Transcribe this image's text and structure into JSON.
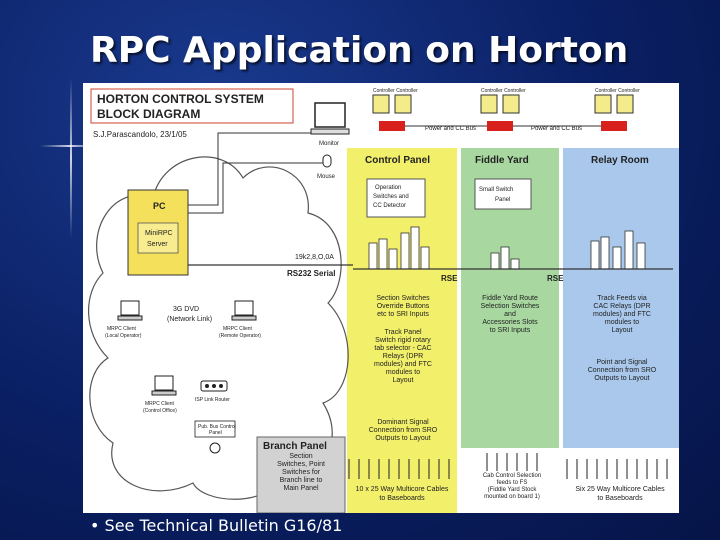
{
  "slide": {
    "title": "RPC Application on Horton",
    "bullet": "See Technical Bulletin G16/81"
  },
  "diagram": {
    "heading_line1": "HORTON CONTROL SYSTEM",
    "heading_line2": "BLOCK DIAGRAM",
    "author": "S.J.Parascandolo, 23/1/05",
    "monitor_label": "Monitor",
    "mouse_label": "Mouse",
    "pc_label": "PC",
    "server_line1": "MiniRPC",
    "server_line2": "Server",
    "baud": "19k2,8,O,0A",
    "serial": "RS232 Serial",
    "remote_line1": "3G DVD",
    "remote_line2": "(Network Link)",
    "remote_pc1_line1": "MRPC Client",
    "remote_pc1_line2": "(Local Operator)",
    "remote_pc2_line1": "MRPC Client",
    "remote_pc2_line2": "(Remote Operator)",
    "remote_pc3_line1": "MRPC Client",
    "remote_pc3_line2": "(Control Office)",
    "router_label": "ISP Link Router",
    "branch_box_line1": "Pub. Bus Control",
    "branch_box_line2": "Panel",
    "controllers": [
      "Controller Controller",
      "Controller Controller",
      "Controller Controller"
    ],
    "bus1": "Power and CC Bus",
    "bus2": "Power and CC Bus",
    "control_panel": {
      "title": "Control Panel",
      "box_line1": "Operation",
      "box_line2": "Switches and",
      "box_line3": "CC Detector",
      "text1": [
        "Section Switches",
        "Override Buttons",
        "etc to SRI Inputs"
      ],
      "text2": [
        "Track Panel",
        "Switch rigid rotary",
        "tab selector - CAC",
        "Relays (DPR",
        "modules) and FTC",
        "modules to",
        "Layout"
      ],
      "text3": [
        "Dominant Signal",
        "Connection from SRO",
        "Outputs to Layout"
      ]
    },
    "fiddle_yard": {
      "title": "Fiddle Yard",
      "box_line1": "Small Switch",
      "box_line2": "Panel",
      "text1": [
        "Fiddle Yard Route",
        "Selection Switches",
        "and",
        "Accessories Slots",
        "to SRI Inputs"
      ]
    },
    "relay_room": {
      "title": "Relay Room",
      "text1": [
        "Track Feeds via",
        "CAC Relays (DPR",
        "modules) and FTC",
        "modules to",
        "Layout"
      ],
      "text2": [
        "Point and Signal",
        "Connection from SRO",
        "Outputs to Layout"
      ]
    },
    "rse1": "RSE",
    "rse2": "RSE",
    "branch_panel": {
      "title": "Branch Panel",
      "text": [
        "Section",
        "Switches, Point",
        "Switches for",
        "Branch line to",
        "Main Panel"
      ]
    },
    "bottom_left": [
      "10 x 25 Way Multicore Cables",
      "to Baseboards"
    ],
    "bottom_mid": [
      "Cab Control Selection",
      "feeds to FS",
      "(Fiddle Yard Stock",
      "mounted on board 1)"
    ],
    "bottom_right": [
      "Six 25 Way Multicore Cables",
      "to Baseboards"
    ]
  }
}
